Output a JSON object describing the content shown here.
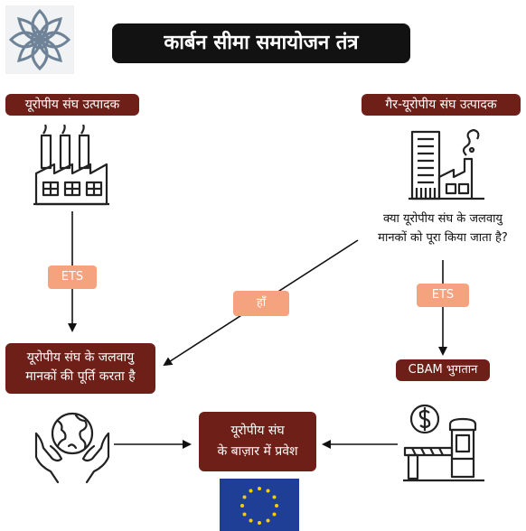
{
  "title": "कार्बन सीमा समायोजन तंत्र",
  "eu_producer": "यूरोपीय संघ उत्पादक",
  "non_eu_producer": "गैर-यूरोपीय संघ उत्पादक",
  "question_line1": "क्या यूरोपीय संघ के जलवायु",
  "question_line2": "मानकों को पूरा किया जाता है?",
  "ets_left": "ETS",
  "ets_right": "ETS",
  "yes": "हाँ",
  "meets_line1": "यूरोपीय संघ के जलवायु",
  "meets_line2": "मानकों की पूर्ति करता है",
  "cbam": "CBAM भुगतान",
  "market_line1": "यूरोपीय संघ",
  "market_line2": "के बाज़ार में प्रवेश",
  "colors": {
    "accent_dark_red": "#6e1f17",
    "tag_orange": "#f5a27e",
    "title_bg": "#121212",
    "eu_blue": "#1f3f96",
    "eu_star": "#ffcc00"
  },
  "icons": [
    "logo-icon",
    "factory-icon",
    "polluting-factory-icon",
    "hands-globe-icon",
    "toll-booth-icon",
    "eu-flag-icon"
  ]
}
